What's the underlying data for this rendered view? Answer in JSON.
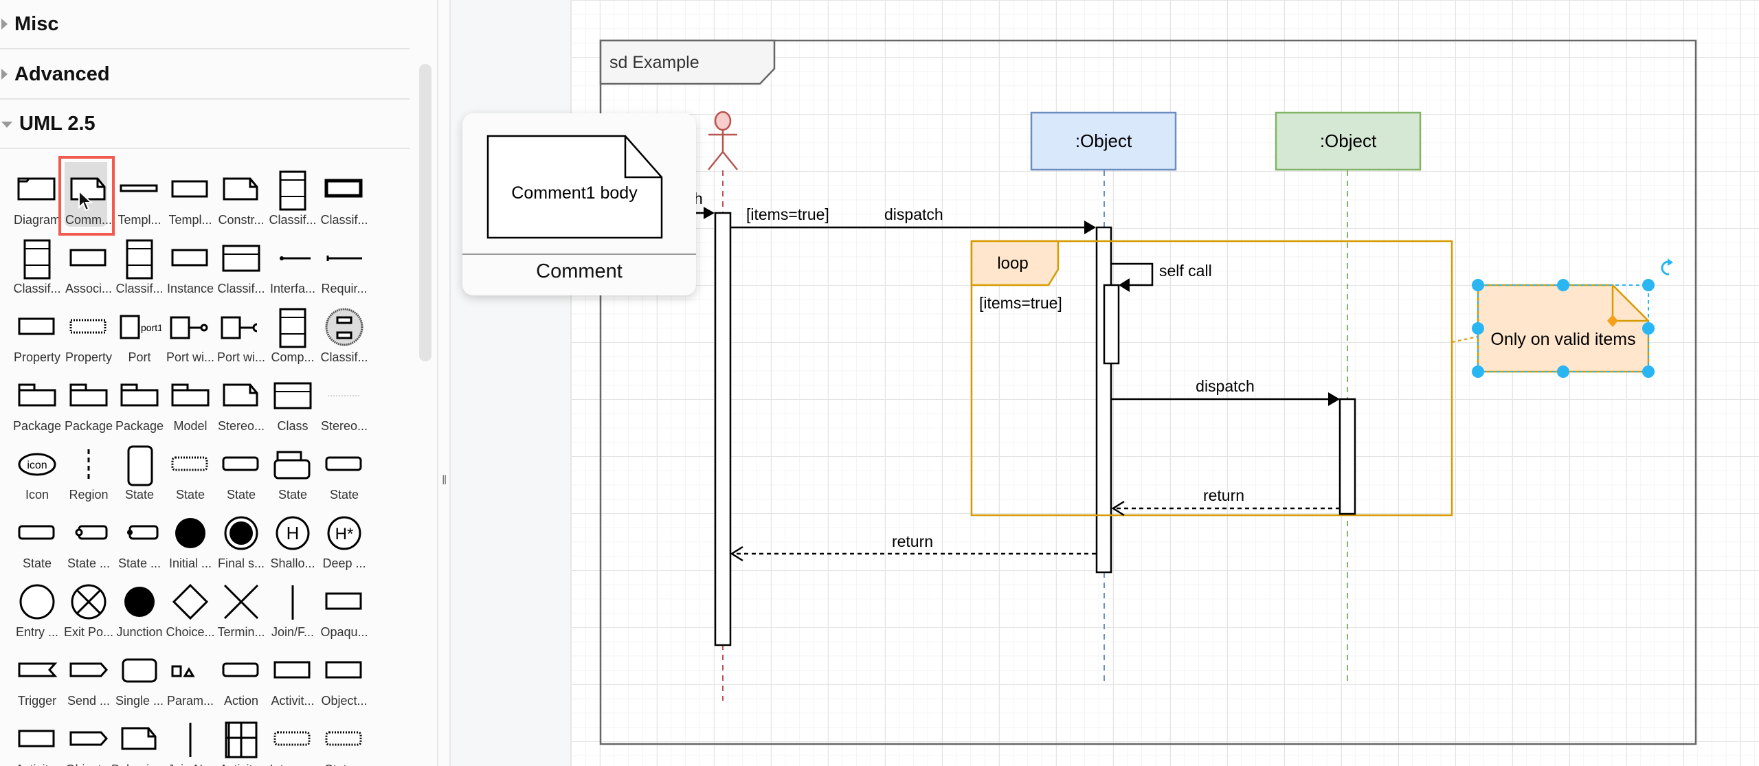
{
  "sidebar": {
    "sections": [
      {
        "title": "Misc",
        "expanded": false
      },
      {
        "title": "Advanced",
        "expanded": false
      },
      {
        "title": "UML 2.5",
        "expanded": true
      }
    ],
    "selected_item": "Comm...",
    "palette": [
      {
        "label": "Diagram",
        "icon": "frame"
      },
      {
        "label": "Comm...",
        "icon": "note"
      },
      {
        "label": "Templ...",
        "icon": "thinrect"
      },
      {
        "label": "Templ...",
        "icon": "rect"
      },
      {
        "label": "Constr...",
        "icon": "note"
      },
      {
        "label": "Classif...",
        "icon": "tallclass"
      },
      {
        "label": "Classif...",
        "icon": "boldrect"
      },
      {
        "label": "Classif...",
        "icon": "tallclass"
      },
      {
        "label": "Associ...",
        "icon": "rect"
      },
      {
        "label": "Classif...",
        "icon": "tallclass"
      },
      {
        "label": "Instance",
        "icon": "rect"
      },
      {
        "label": "Classif...",
        "icon": "class"
      },
      {
        "label": "Interfa...",
        "icon": "lollipopline"
      },
      {
        "label": "Requir...",
        "icon": "line"
      },
      {
        "label": "Property",
        "icon": "rect"
      },
      {
        "label": "Property",
        "icon": "dashrect"
      },
      {
        "label": "Port",
        "icon": "port"
      },
      {
        "label": "Port wi...",
        "icon": "portlollipop"
      },
      {
        "label": "Port wi...",
        "icon": "portsocket"
      },
      {
        "label": "Comp...",
        "icon": "tallclass"
      },
      {
        "label": "Classif...",
        "icon": "dotcircle"
      },
      {
        "label": "Package",
        "icon": "folder"
      },
      {
        "label": "Package",
        "icon": "folder"
      },
      {
        "label": "Package",
        "icon": "folder"
      },
      {
        "label": "Model",
        "icon": "folder"
      },
      {
        "label": "Stereo...",
        "icon": "note"
      },
      {
        "label": "Class",
        "icon": "class"
      },
      {
        "label": "Stereo...",
        "icon": "text"
      },
      {
        "label": "Icon",
        "icon": "iconellipse"
      },
      {
        "label": "Region",
        "icon": "dashvline"
      },
      {
        "label": "State",
        "icon": "tallround"
      },
      {
        "label": "State",
        "icon": "dashround"
      },
      {
        "label": "State",
        "icon": "round"
      },
      {
        "label": "State",
        "icon": "foldround"
      },
      {
        "label": "State",
        "icon": "round"
      },
      {
        "label": "State",
        "icon": "round"
      },
      {
        "label": "State ...",
        "icon": "roundentry"
      },
      {
        "label": "State ...",
        "icon": "roundexit"
      },
      {
        "label": "Initial ...",
        "icon": "filledcircle"
      },
      {
        "label": "Final s...",
        "icon": "bullseye"
      },
      {
        "label": "Shallo...",
        "icon": "circleH"
      },
      {
        "label": "Deep ...",
        "icon": "circleHstar"
      },
      {
        "label": "Entry ...",
        "icon": "circle"
      },
      {
        "label": "Exit Po...",
        "icon": "circlex"
      },
      {
        "label": "Junction",
        "icon": "filledcircle"
      },
      {
        "label": "Choice...",
        "icon": "diamond"
      },
      {
        "label": "Termin...",
        "icon": "cross"
      },
      {
        "label": "Join/F...",
        "icon": "vline"
      },
      {
        "label": "Opaqu...",
        "icon": "rect"
      },
      {
        "label": "Trigger",
        "icon": "flag"
      },
      {
        "label": "Send ...",
        "icon": "pentagon"
      },
      {
        "label": "Single ...",
        "icon": "biground"
      },
      {
        "label": "Param...",
        "icon": "param"
      },
      {
        "label": "Action",
        "icon": "round"
      },
      {
        "label": "Activit...",
        "icon": "rect"
      },
      {
        "label": "Object...",
        "icon": "rect"
      },
      {
        "label": "Activit...",
        "icon": "rect"
      },
      {
        "label": "Object...",
        "icon": "pentagon"
      },
      {
        "label": "Behavior...",
        "icon": "note"
      },
      {
        "label": "Join N...",
        "icon": "vline"
      },
      {
        "label": "Activit...",
        "icon": "grid"
      },
      {
        "label": "Interru...",
        "icon": "dashround"
      },
      {
        "label": "State...",
        "icon": "dashround"
      }
    ]
  },
  "tooltip": {
    "shape_text": "Comment1 body",
    "caption": "Comment"
  },
  "diagram": {
    "frame_label": "sd Example",
    "lifelines": [
      {
        "label": ":Object",
        "fill": "#dae8fc",
        "stroke": "#6c8ebf"
      },
      {
        "label": ":Object",
        "fill": "#d5e8d4",
        "stroke": "#82b366"
      }
    ],
    "actor": {
      "fill": "#f8cecc",
      "stroke": "#b85450"
    },
    "incoming_label_fragment": "h",
    "messages": {
      "guard": "[items=true]",
      "dispatch1": "dispatch",
      "self_call": "self call",
      "dispatch2": "dispatch",
      "return1": "return",
      "return2": "return"
    },
    "loop": {
      "label": "loop",
      "guard": "[items=true]",
      "fill": "#ffe6cc",
      "stroke": "#d79b00"
    },
    "note": {
      "text": "Only on valid items",
      "fill": "#ffe6cc",
      "stroke": "#d79b00"
    },
    "selection_color": "#29b6f2"
  }
}
